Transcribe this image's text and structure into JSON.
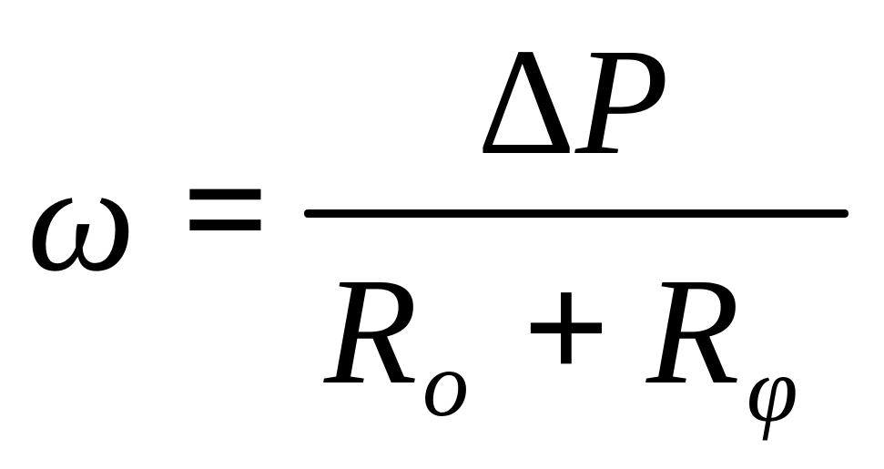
{
  "formula": {
    "lhs": "ω",
    "equals": "=",
    "numerator": {
      "delta": "Δ",
      "variable": "P"
    },
    "denominator": {
      "term1": {
        "base": "R",
        "subscript": "o"
      },
      "operator": "+",
      "term2": {
        "base": "R",
        "subscript": "φ"
      }
    }
  }
}
